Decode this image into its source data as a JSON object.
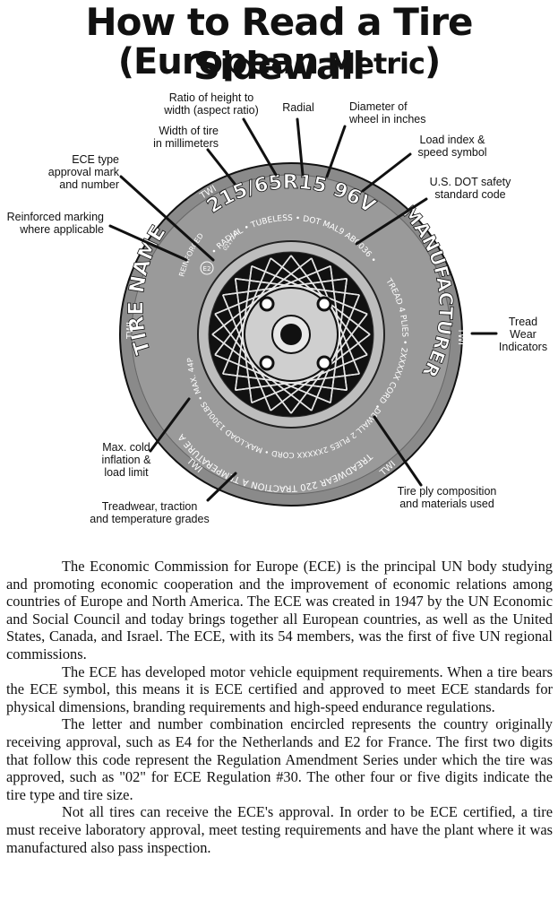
{
  "title": {
    "line1": "How to Read a Tire Sidewall",
    "line2_open": "(",
    "line2_main": "European",
    "line2_small": " Metric",
    "line2_close": ")"
  },
  "callouts": {
    "ratio_line1": "Ratio of height to",
    "ratio_line2": "width (aspect ratio)",
    "radial": "Radial",
    "diameter_line1": "Diameter of",
    "diameter_line2": "wheel in inches",
    "width_line1": "Width of tire",
    "width_line2": "in millimeters",
    "load_line1": "Load index &",
    "load_line2": "speed symbol",
    "ece_line1": "ECE type",
    "ece_line2": "approval mark",
    "ece_line3": "and number",
    "dot_line1": "U.S. DOT safety",
    "dot_line2": "standard code",
    "reinforced_line1": "Reinforced marking",
    "reinforced_line2": "where applicable",
    "twi_line1": "Tread",
    "twi_line2": "Wear",
    "twi_line3": "Indicators",
    "maxcold_line1": "Max. cold",
    "maxcold_line2": "inflation &",
    "maxcold_line3": "load limit",
    "ply_line1": "Tire ply composition",
    "ply_line2": "and materials used",
    "treadwear_line1": "Treadwear, traction",
    "treadwear_line2": "and temperature grades"
  },
  "tire": {
    "size_code": "215/65R15  96V",
    "tire_name": "TIRE NAME",
    "manufacturer": "MANUFACTURER",
    "top_arc": "• RADIAL • TUBELESS • DOT MAL9 ABC036 •",
    "right_arc": "TREAD 4 PLIES • 2XXXXX CORD •",
    "bottom_arc": "SIDEWALL 2 PLIES 2XXXXX CORD • MAX.LOAD 1300LBS • MAX. 44PSI",
    "grades": "TREADWEAR 220  TRACTION A  TEMPERATURE A",
    "reinforced": "REINFORCED",
    "ece_mark": "E2",
    "ece_number": "0217245",
    "twi": "TWI"
  },
  "paragraphs": [
    "The Economic Commission for Europe (ECE) is the principal UN body studying and promoting economic cooperation and the improvement of economic relations among countries of Europe and North America. The ECE was created in 1947 by the UN Economic and Social Council and today brings together all European countries, as well as the United States, Canada, and Israel. The ECE, with its 54 members, was the first of five UN regional commissions.",
    "The ECE has developed motor vehicle equipment requirements. When a tire bears the ECE symbol, this means it is ECE certified and approved to meet ECE standards for physical dimensions, branding requirements and high-speed endurance regulations.",
    "The letter and number combination encircled represents the country originally receiving approval, such as E4 for the Netherlands and E2 for France. The first two digits that follow this code represent the Regulation Amendment Series under which the tire was approved, such as \"02\" for ECE Regulation #30. The other four or five digits indicate the tire type and tire size.",
    "Not all tires can receive the ECE's approval. In order to be ECE certified, a tire must receive laboratory approval, meet testing requirements and have the plant where it was manufactured also pass inspection."
  ]
}
